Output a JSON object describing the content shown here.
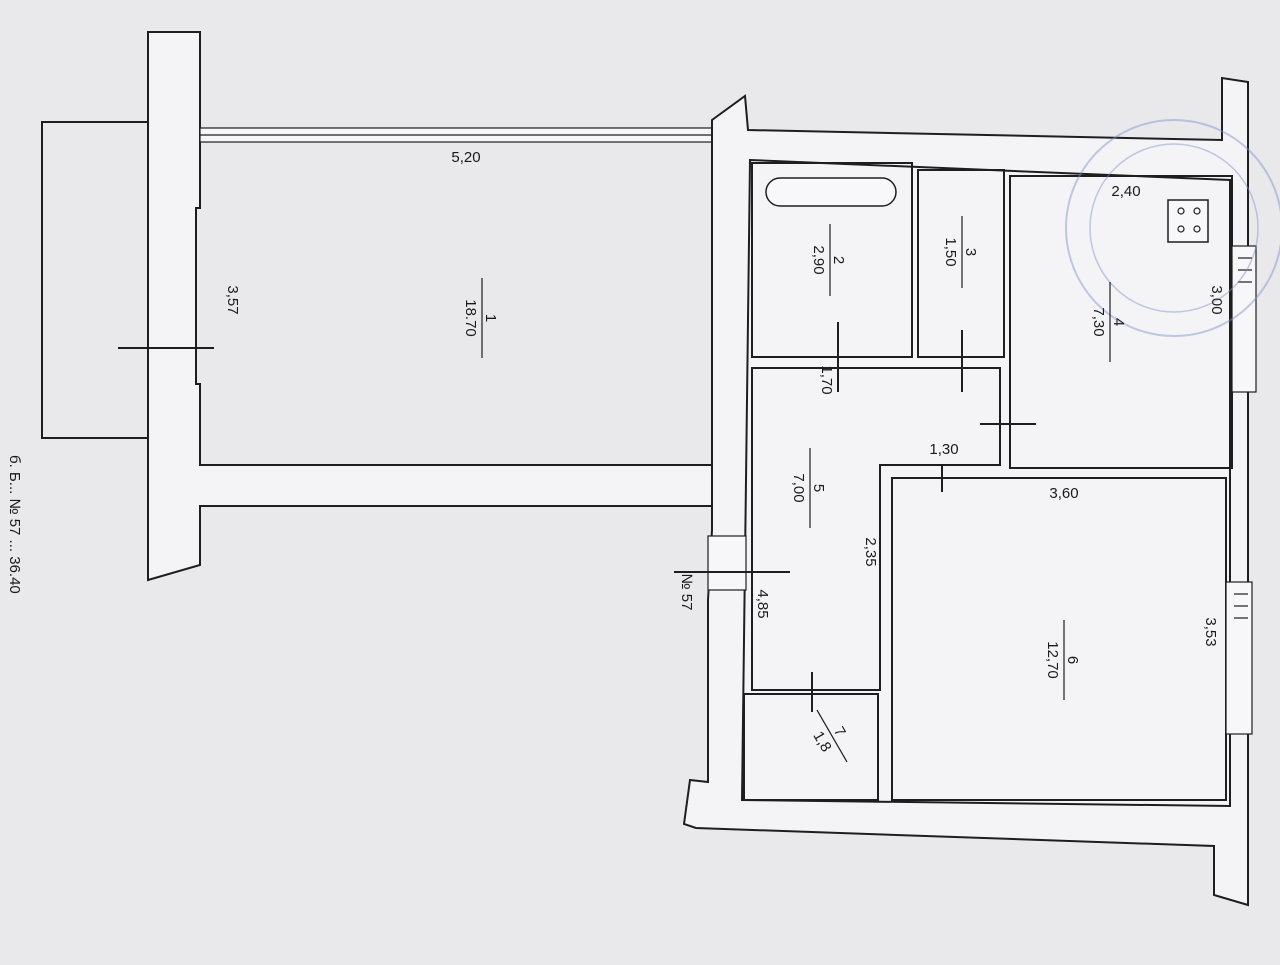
{
  "header_partial": "б. Б... № 57 ... 36.40",
  "flat_number": "№ 57",
  "rooms": [
    {
      "number": "1",
      "area": "18.70"
    },
    {
      "number": "2",
      "area": "2,90"
    },
    {
      "number": "3",
      "area": "1,50"
    },
    {
      "number": "4",
      "area": "7,30"
    },
    {
      "number": "5",
      "area": "7,00"
    },
    {
      "number": "6",
      "area": "12,70"
    },
    {
      "number": "7",
      "area": "1,8"
    }
  ],
  "dimensions": {
    "room1_length": "5,20",
    "room1_width": "3,57",
    "kitchen_width": "2,40",
    "kitchen_length": "3,00",
    "doorway": "1,70",
    "hall_width": "1,30",
    "room6_width": "3,60",
    "hall_length": "2,35",
    "corridor_length": "4,85",
    "room6_length": "3,53"
  },
  "colors": {
    "line": "#1e1e1e",
    "paper": "#e9e9ec",
    "fill": "#f4f4f6",
    "stamp": "#7c8fcc"
  }
}
